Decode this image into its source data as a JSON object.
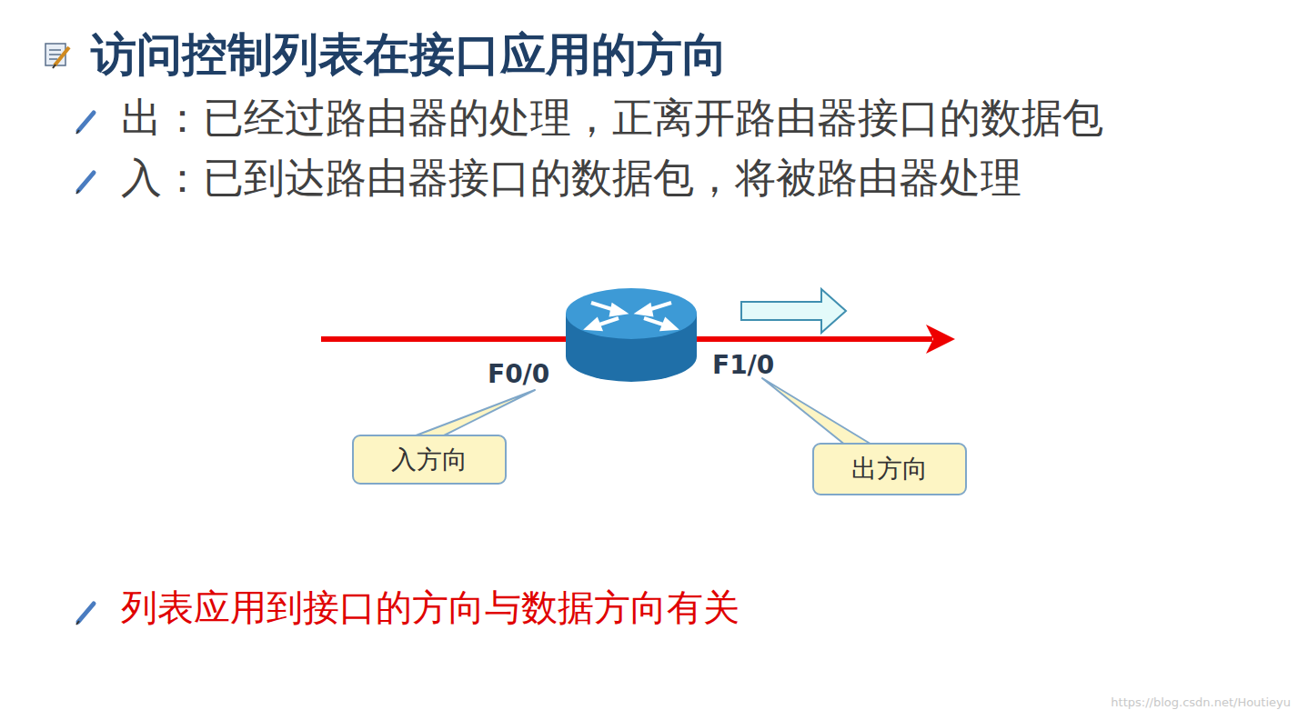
{
  "diagram": {
    "title": "访问控制列表在接口应用的方向",
    "nodes": [
      {
        "text": [
          "入方向"
        ]
      },
      {
        "text": [
          "出方向"
        ]
      }
    ],
    "labels": [
      "出：已经过路由器的处理，正离开路由器接口的数据包",
      "入：已到达路由器接口的数据包，将被路由器处理",
      "F0/0",
      "F1/0",
      "列表应用到接口的方向与数据方向有关",
      "https://blog.csdn.net/Houtieyu"
    ]
  }
}
